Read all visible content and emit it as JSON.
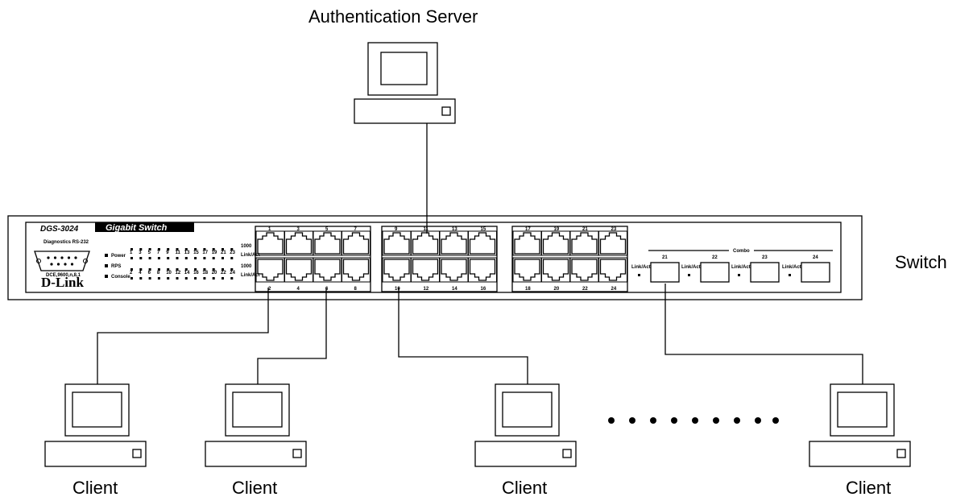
{
  "server": {
    "label": "Authentication Server"
  },
  "switch": {
    "label": "Switch",
    "model": "DGS-3024",
    "badge": "Gigabit Switch",
    "brand": "D-Link",
    "diag_label": "Diagnostics RS-232",
    "baud": "DCE,9600,n,8,1",
    "led_labels": [
      "Power",
      "RPS",
      "Console"
    ],
    "led_top_nums": [
      "1",
      "3",
      "5",
      "7",
      "9",
      "11",
      "13",
      "15",
      "17",
      "19",
      "21",
      "23"
    ],
    "led_bot_nums": [
      "2",
      "4",
      "6",
      "8",
      "10",
      "12",
      "14",
      "16",
      "18",
      "20",
      "22",
      "24"
    ],
    "led_side": [
      "1000",
      "Link/Act",
      "1000",
      "Link/Act"
    ],
    "port_top_nums": [
      "1",
      "3",
      "5",
      "7",
      "9",
      "11",
      "13",
      "15",
      "17",
      "19",
      "21",
      "23"
    ],
    "port_bot_nums": [
      "2",
      "4",
      "6",
      "8",
      "10",
      "12",
      "14",
      "16",
      "18",
      "20",
      "22",
      "24"
    ],
    "combo_label": "Combo",
    "combo_nums": [
      "21",
      "22",
      "23",
      "24"
    ],
    "combo_led": [
      "Link/Act",
      "Link/Act",
      "Link/Act",
      "Link/Act"
    ]
  },
  "clients": [
    {
      "label": "Client"
    },
    {
      "label": "Client"
    },
    {
      "label": "Client"
    },
    {
      "label": "Client"
    }
  ]
}
